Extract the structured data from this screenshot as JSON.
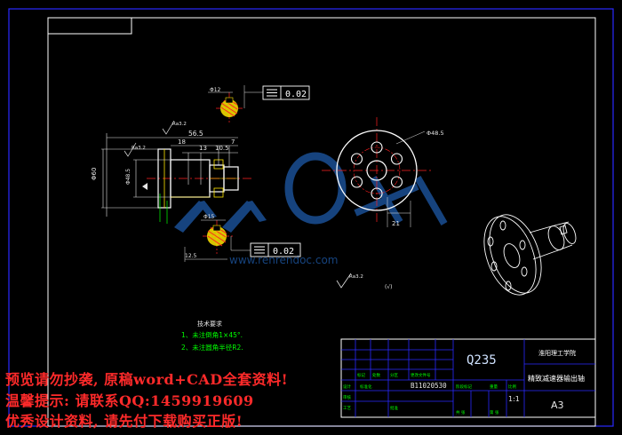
{
  "colors": {
    "background": "#000000",
    "frame": "#2a2aff",
    "white": "#ffffff",
    "dimension": "#e6e6e6",
    "yellow": "#ffe600",
    "red": "#ff2020",
    "green": "#00ff00",
    "magenta": "#ff33ff",
    "watermark": "#1e5aa8",
    "overlayText": "#ff2a2a"
  },
  "drawing": {
    "tolerance_value": "0.02",
    "dim_overall_length": "56.5",
    "dim_18": "18",
    "dim_13": "13",
    "dim_10_5": "10.5",
    "dim_7": "7",
    "dim_phi60": "Φ60",
    "dim_phi12": "Φ12",
    "dim_phi15": "Φ15",
    "dim_12_5": "12.5",
    "dim_21": "21",
    "dim_phi48": "Φ48.5",
    "roughness": "Ra3.2",
    "section_mark": "(√)",
    "notes_title": "技术要求",
    "note_1": "1、未注倒角1×45°.",
    "note_2": "2、未注圆角半径R2."
  },
  "title_block": {
    "material": "Q235",
    "school": "淮阳理工学院",
    "part_name": "精致减速器输出轴",
    "drawing_no": "B11020530",
    "scale": "1:1",
    "sheet_size": "A3",
    "label_mark": "标记",
    "label_count": "处数",
    "label_zone": "分区",
    "label_change": "更改文件号",
    "label_design": "设计",
    "label_std": "标准化",
    "label_check": "审核",
    "label_craft": "工艺",
    "label_approve": "批准",
    "label_stage": "阶段标记",
    "label_weight": "重量",
    "label_ratio": "比例",
    "label_sheets": "共 张",
    "label_sheet": "第 张"
  },
  "watermark": {
    "url": "www.renrendoc.com"
  },
  "overlay": {
    "line1": "预览请勿抄袭, 原稿word+CAD全套资料!",
    "line2": "温馨提示: 请联系QQ:1459919609",
    "line3": "优秀设计资料, 请先付下载购买正版!"
  }
}
